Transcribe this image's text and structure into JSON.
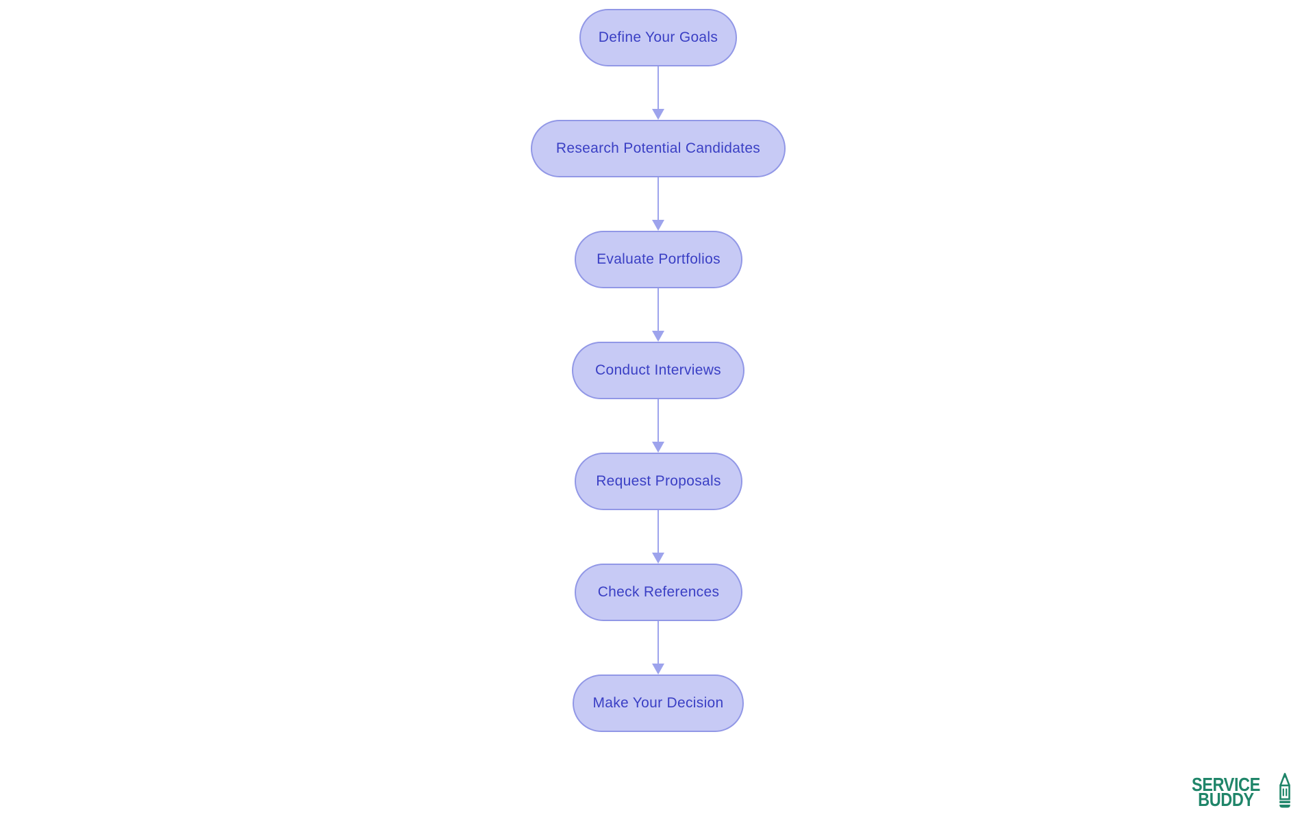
{
  "diagram": {
    "type": "flowchart",
    "direction": "top-down",
    "nodes": [
      {
        "id": 1,
        "label": "Define Your Goals"
      },
      {
        "id": 2,
        "label": "Research Potential Candidates"
      },
      {
        "id": 3,
        "label": "Evaluate Portfolios"
      },
      {
        "id": 4,
        "label": "Conduct Interviews"
      },
      {
        "id": 5,
        "label": "Request Proposals"
      },
      {
        "id": 6,
        "label": "Check References"
      },
      {
        "id": 7,
        "label": "Make Your Decision"
      }
    ],
    "edges": [
      {
        "from": "Define Your Goals",
        "to": "Research Potential Candidates"
      },
      {
        "from": "Research Potential Candidates",
        "to": "Evaluate Portfolios"
      },
      {
        "from": "Evaluate Portfolios",
        "to": "Conduct Interviews"
      },
      {
        "from": "Conduct Interviews",
        "to": "Request Proposals"
      },
      {
        "from": "Request Proposals",
        "to": "Check References"
      },
      {
        "from": "Check References",
        "to": "Make Your Decision"
      }
    ],
    "colors": {
      "node_fill": "#c7caf5",
      "node_border": "#9197e6",
      "node_text": "#3a3fc4",
      "arrow": "#9da3ec",
      "background": "#ffffff"
    }
  },
  "branding": {
    "logo_line1": "SERVICE",
    "logo_line2": "BUDDY",
    "logo_icon": "pencil-icon",
    "logo_color": "#1f8569"
  }
}
